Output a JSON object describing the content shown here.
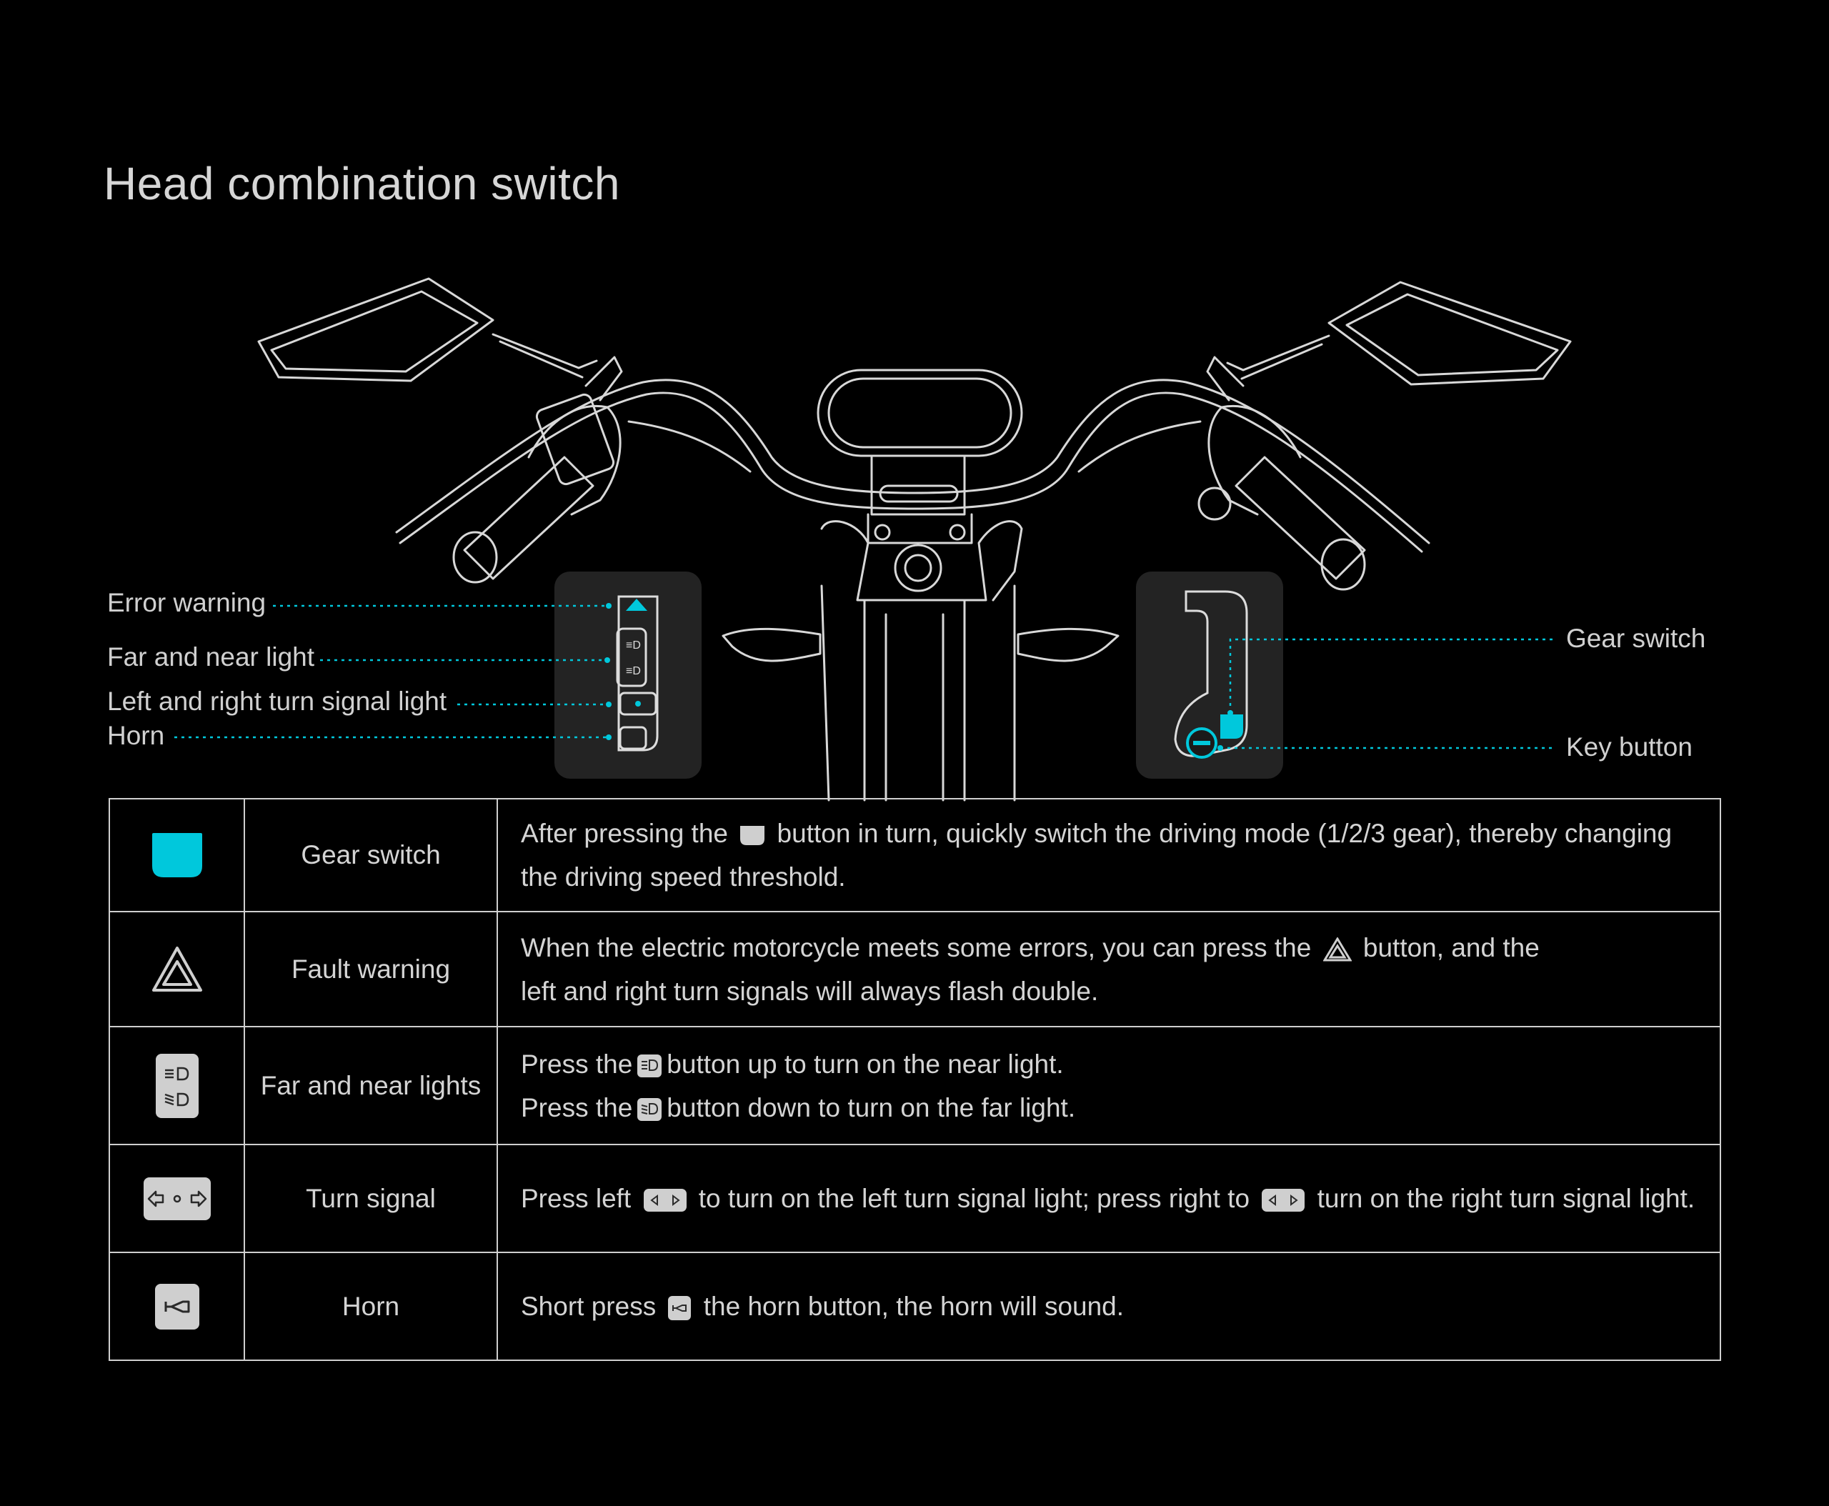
{
  "page": {
    "title": "Head combination switch"
  },
  "callouts": {
    "error_warning": "Error warning",
    "far_near_light": "Far and near light",
    "turn_signal": "Left and right turn signal light",
    "horn": "Horn",
    "gear_switch": "Gear switch",
    "key_button": "Key button"
  },
  "table": {
    "rows": [
      {
        "icon": "gear-button-icon",
        "name": "Gear switch",
        "desc_a": "After pressing the",
        "desc_b": "button in turn, quickly switch the driving mode (1/2/3 gear), thereby changing",
        "desc_c": "the driving speed threshold."
      },
      {
        "icon": "hazard-triangle-icon",
        "name": "Fault warning",
        "desc_a": "When the electric motorcycle meets some errors, you can press the",
        "desc_b": "button, and the",
        "desc_c": "left and right turn signals will always flash double."
      },
      {
        "icon": "headlight-switch-icon",
        "name": "Far and near lights",
        "line1_a": "Press the",
        "line1_b": "button up to turn on the near light.",
        "line2_a": "Press the",
        "line2_b": "button down to turn on the far light."
      },
      {
        "icon": "turn-signal-switch-icon",
        "name": "Turn signal",
        "desc_a": "Press left",
        "desc_b": "to turn on the left turn signal light; press right to",
        "desc_c": "turn on the right turn signal light."
      },
      {
        "icon": "horn-button-icon",
        "name": "Horn",
        "desc_a": "Short press",
        "desc_b": "the horn button, the horn will sound."
      }
    ]
  },
  "colors": {
    "background": "#000000",
    "accent": "#00c8dc",
    "line": "#d0d0d0",
    "panel": "#232323"
  }
}
